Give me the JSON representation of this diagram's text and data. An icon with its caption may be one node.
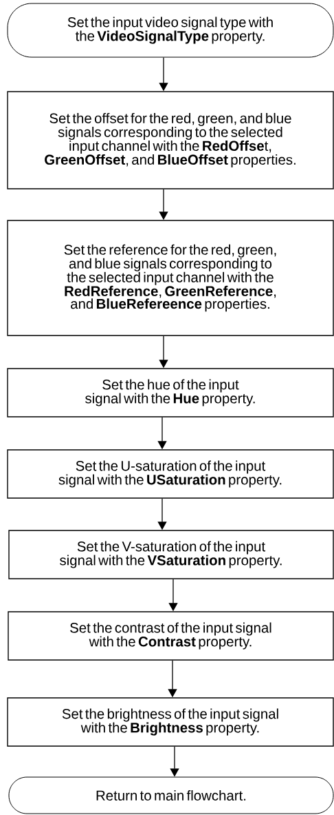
{
  "diagram": {
    "nodes": [
      {
        "text": [
          "Set the input video signal type with the **VideoSignalType** property."
        ]
      },
      {
        "text": [
          "Set the offset for the red, green, and blue signals corresponding to the selected input channel with the **RedOffse**t, **GreenOffset**, and **BlueOffset** properties."
        ]
      },
      {
        "text": [
          "Set the reference for the red, green, and blue signals corresponding to the selected input channel with the **RedReference**, **GreenReference**, and **BlueRefereence** properties."
        ]
      },
      {
        "text": [
          "Set the hue of the input signal with the **Hue** property."
        ]
      },
      {
        "text": [
          "Set the U-saturation of the input signal with the **USaturation** property."
        ]
      },
      {
        "text": [
          "Set the V-saturation of the input signal with the **VSaturation** property."
        ]
      },
      {
        "text": [
          "Set the contrast of the input signal with the **Contrast** property."
        ]
      },
      {
        "text": [
          "Set the brightness of the input signal with the **Brightness** property."
        ]
      },
      {
        "text": [
          "Return to main flowchart."
        ]
      }
    ],
    "edges": [
      {
        "from": 0,
        "to": 1,
        "arrow": "to"
      },
      {
        "from": 1,
        "to": 2,
        "arrow": "to"
      },
      {
        "from": 2,
        "to": 3,
        "arrow": "to"
      },
      {
        "from": 3,
        "to": 4,
        "arrow": "to"
      },
      {
        "from": 4,
        "to": 5,
        "arrow": "to"
      },
      {
        "from": 5,
        "to": 6,
        "arrow": "to"
      },
      {
        "from": 6,
        "to": 7,
        "arrow": "to"
      },
      {
        "from": 7,
        "to": 8,
        "arrow": "to"
      }
    ]
  }
}
